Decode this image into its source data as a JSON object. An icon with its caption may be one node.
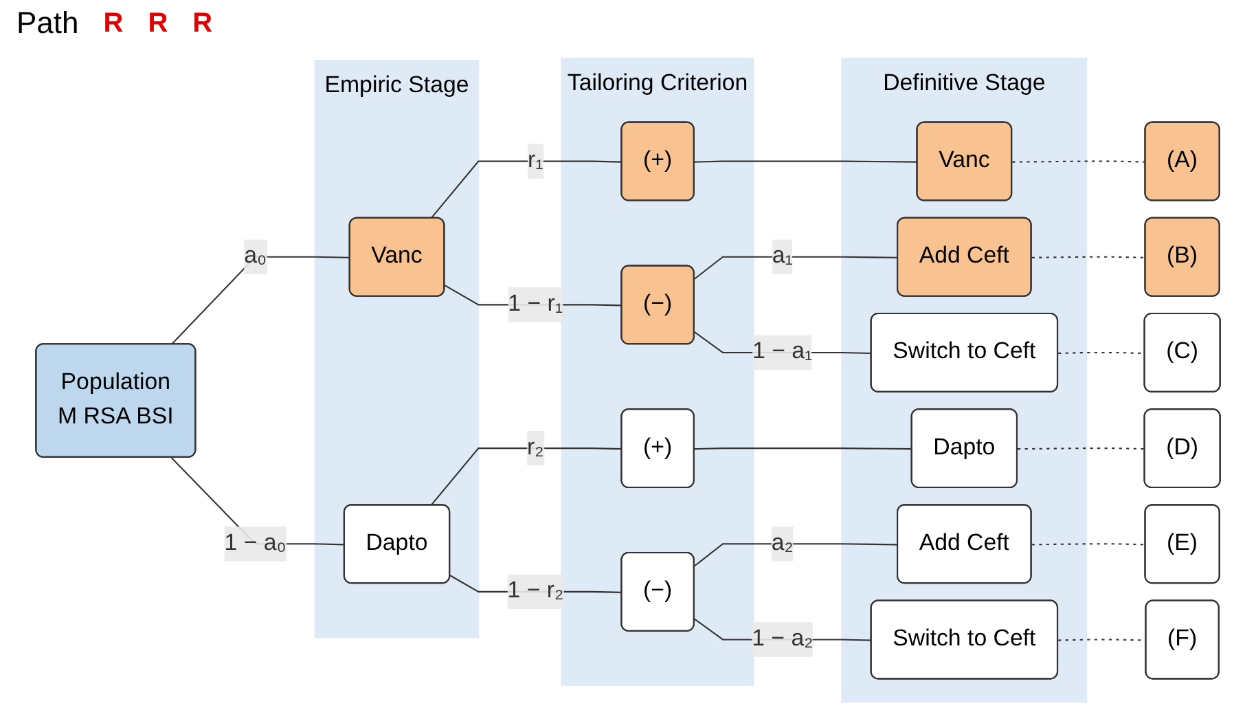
{
  "diagram": {
    "nodes": [
      {
        "text": [
          "Population",
          "M RSA BSI"
        ]
      },
      {
        "text": [
          "Empiric Stage"
        ]
      },
      {
        "text": [
          "Vanc"
        ],
        "in": 1
      },
      {
        "text": [
          "Dapto"
        ],
        "in": 1
      },
      {
        "text": [
          "Tailoring Criterion"
        ]
      },
      {
        "text": [
          "(+)"
        ],
        "in": 4
      },
      {
        "text": [
          "(−)"
        ],
        "in": 4
      },
      {
        "text": [
          "(+)"
        ],
        "in": 4
      },
      {
        "text": [
          "(−)"
        ],
        "in": 4
      },
      {
        "text": [
          "Definitive Stage"
        ]
      },
      {
        "text": [
          "Vanc"
        ],
        "in": 9
      },
      {
        "text": [
          "Add Ceft"
        ],
        "in": 9
      },
      {
        "text": [
          "Switch to Ceft"
        ],
        "in": 9
      },
      {
        "text": [
          "Dapto"
        ],
        "in": 9
      },
      {
        "text": [
          "Add Ceft"
        ],
        "in": 9
      },
      {
        "text": [
          "Switch to Ceft"
        ],
        "in": 9
      },
      {
        "text": [
          "(A)"
        ]
      },
      {
        "text": [
          "(B)"
        ]
      },
      {
        "text": [
          "(C)"
        ]
      },
      {
        "text": [
          "(D)"
        ]
      },
      {
        "text": [
          "(E)"
        ]
      },
      {
        "text": [
          "(F)"
        ]
      }
    ],
    "edges": [
      {
        "from": 0,
        "to": 2,
        "arrow": "none",
        "label": "a₀"
      },
      {
        "from": 0,
        "to": 3,
        "arrow": "none",
        "label": "1 − a₀"
      },
      {
        "from": 2,
        "to": 5,
        "arrow": "none",
        "label": "r₁"
      },
      {
        "from": 2,
        "to": 6,
        "arrow": "none",
        "label": "1 − r₁"
      },
      {
        "from": 3,
        "to": 7,
        "arrow": "none",
        "label": "r₂"
      },
      {
        "from": 3,
        "to": 8,
        "arrow": "none",
        "label": "1 − r₂"
      },
      {
        "from": 5,
        "to": 10,
        "arrow": "none"
      },
      {
        "from": 6,
        "to": 11,
        "arrow": "none",
        "label": "a₁"
      },
      {
        "from": 6,
        "to": 12,
        "arrow": "none",
        "label": "1 − a₁"
      },
      {
        "from": 7,
        "to": 13,
        "arrow": "none"
      },
      {
        "from": 8,
        "to": 14,
        "arrow": "none",
        "label": "a₂"
      },
      {
        "from": 8,
        "to": 15,
        "arrow": "none",
        "label": "1 − a₂"
      },
      {
        "from": 10,
        "to": 16,
        "arrow": "none",
        "style": "dashed"
      },
      {
        "from": 11,
        "to": 17,
        "arrow": "none",
        "style": "dashed"
      },
      {
        "from": 12,
        "to": 18,
        "arrow": "none",
        "style": "dashed"
      },
      {
        "from": 13,
        "to": 19,
        "arrow": "none",
        "style": "dashed"
      },
      {
        "from": 14,
        "to": 20,
        "arrow": "none",
        "style": "dashed"
      },
      {
        "from": 15,
        "to": 21,
        "arrow": "none",
        "style": "dashed"
      }
    ],
    "labels": [
      "Path",
      "R",
      "R",
      "R"
    ]
  }
}
